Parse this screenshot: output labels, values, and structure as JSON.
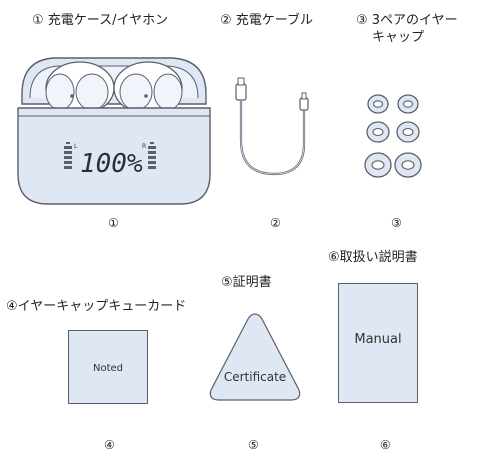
{
  "items": [
    {
      "title": "① 充電ケース/イヤホン",
      "number": "①",
      "display": "100%",
      "left_mark": "L",
      "right_mark": "R"
    },
    {
      "title": "② 充電ケーブル",
      "number": "②"
    },
    {
      "title_line1": "③ 3ペアのイヤー",
      "title_line2": "キャップ",
      "number": "③"
    },
    {
      "title": "④イヤーキャップキューカード",
      "number": "④",
      "card_text": "Noted"
    },
    {
      "title": "⑤証明書",
      "number": "⑤",
      "card_text": "Certificate"
    },
    {
      "title": "⑥取扱い説明書",
      "number": "⑥",
      "card_text": "Manual"
    }
  ],
  "colors": {
    "fill": "#dfe7f5",
    "stroke": "#5a5f6a",
    "text": "#222222"
  }
}
